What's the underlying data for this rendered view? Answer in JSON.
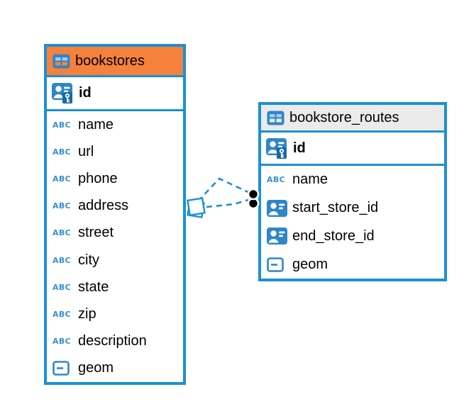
{
  "diagram": {
    "background": "#ffffff",
    "border_blue": "#1B90D5",
    "icon_blue": "#2E86C8",
    "text_color": "#000000"
  },
  "tables": [
    {
      "name": "bookstores",
      "icon": "table-icon",
      "header_color": "#F5813D",
      "primary_key": "id",
      "columns": [
        {
          "name": "name",
          "icon": "text-type-icon"
        },
        {
          "name": "url",
          "icon": "text-type-icon"
        },
        {
          "name": "phone",
          "icon": "text-type-icon"
        },
        {
          "name": "address",
          "icon": "text-type-icon"
        },
        {
          "name": "street",
          "icon": "text-type-icon"
        },
        {
          "name": "city",
          "icon": "text-type-icon"
        },
        {
          "name": "state",
          "icon": "text-type-icon"
        },
        {
          "name": "zip",
          "icon": "text-type-icon"
        },
        {
          "name": "description",
          "icon": "text-type-icon"
        },
        {
          "name": "geom",
          "icon": "geometry-type-icon"
        }
      ]
    },
    {
      "name": "bookstore_routes",
      "icon": "table-icon",
      "header_color": "#EBEBEB",
      "primary_key": "id",
      "columns": [
        {
          "name": "name",
          "icon": "text-type-icon"
        },
        {
          "name": "start_store_id",
          "icon": "reference-type-icon"
        },
        {
          "name": "end_store_id",
          "icon": "reference-type-icon"
        },
        {
          "name": "geom",
          "icon": "geometry-type-icon"
        }
      ]
    }
  ],
  "relationships": [
    {
      "from_table": "bookstores",
      "to_table": "bookstore_routes",
      "style": "dashed"
    },
    {
      "from_table": "bookstores",
      "to_table": "bookstore_routes",
      "style": "dashed"
    }
  ]
}
